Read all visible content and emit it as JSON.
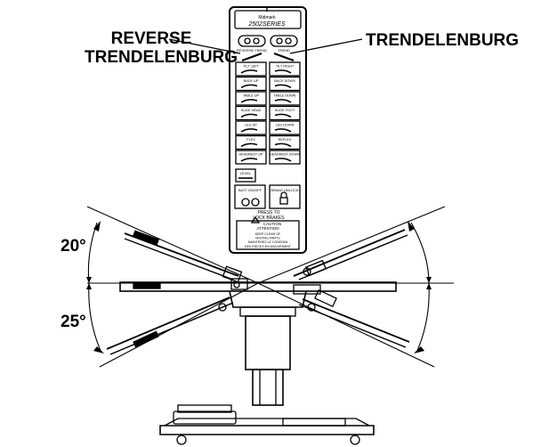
{
  "callouts": {
    "reverse_line1": "REVERSE",
    "reverse_line2": "TRENDELENBURG",
    "trendelenburg": "TRENDELENBURG"
  },
  "angles": {
    "upper": "20°",
    "lower": "25°"
  },
  "panel": {
    "brand": "Midmark",
    "series": "2502SERIES",
    "top_left": "REVERSE TREND",
    "top_right": "TREND",
    "rows": [
      [
        "TILT LEFT",
        "TILT RIGHT"
      ],
      [
        "BACK UP",
        "BACK DOWN"
      ],
      [
        "TABLE UP",
        "TABLE DOWN"
      ],
      [
        "SLIDE HEAD",
        "SLIDE FOOT"
      ],
      [
        "LEG UP",
        "LEG DOWN"
      ],
      [
        "FLEX",
        "REFLEX"
      ],
      [
        "HEADREST UP",
        "HEADREST DOWN"
      ]
    ],
    "level": "LEVEL",
    "lock_left": "BATT ON/OFF",
    "lock_right": "BRAKE UNLOCK",
    "lock_note1": "PRESS TO",
    "lock_note2": "LOCK BRAKES",
    "caution_title": "CAUTION",
    "caution_sub": "ATTENTION",
    "caution_lines": [
      "KEEP CLEAR OF",
      "MOVING PARTS",
      "MAINTENEZ LE CONDOIM",
      "DES PIECES EN MOUVEMENT"
    ]
  }
}
